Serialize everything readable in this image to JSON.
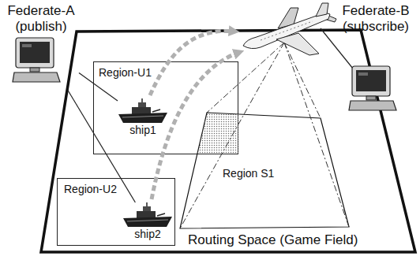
{
  "diagram": {
    "nodes": [
      {
        "text": [
          "Federate-A (publish)"
        ]
      },
      {
        "text": [
          "Federate-B (subscribe)"
        ]
      },
      {
        "text": [
          "Routing Space (Game Field)"
        ]
      },
      {
        "text": [
          "Region-U1"
        ],
        "in": 2
      },
      {
        "text": [
          "ship1"
        ],
        "in": 3
      },
      {
        "text": [
          "Region S1"
        ],
        "in": 2
      },
      {
        "text": [
          "Region-U2"
        ],
        "in": 2
      },
      {
        "text": [
          "ship2"
        ],
        "in": 6
      }
    ],
    "edges": [
      {
        "from": 0,
        "to": 4,
        "arrow": "none"
      },
      {
        "from": 0,
        "to": 7,
        "arrow": "none"
      }
    ]
  }
}
